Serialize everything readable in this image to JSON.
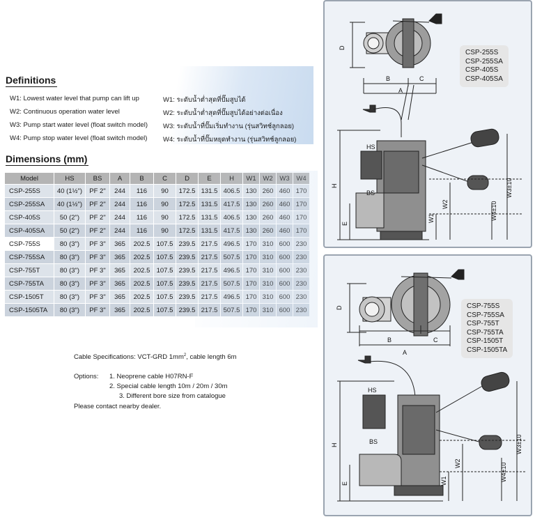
{
  "definitions": {
    "title": "Definitions",
    "items": [
      {
        "en": "W1: Lowest water level that pump can lift up",
        "th": "W1: ระดับน้ำต่ำสุดที่ปั๊มสูบได้"
      },
      {
        "en": "W2: Continuous operation water level",
        "th": "W2: ระดับน้ำต่ำสุดที่ปั๊มสูบได้อย่างต่อเนื่อง"
      },
      {
        "en": "W3: Pump start water level (float switch model)",
        "th": "W3: ระดับน้ำที่ปั๊มเริ่มทำงาน (รุ่นสวิทช์ลูกลอย)"
      },
      {
        "en": "W4: Pump stop water level (float switch model)",
        "th": "W4: ระดับน้ำที่ปั๊มหยุดทำงาน (รุ่นสวิทช์ลูกลอย)"
      }
    ]
  },
  "dimensions": {
    "title": "Dimensions (mm)",
    "headers": [
      "Model",
      "HS",
      "BS",
      "A",
      "B",
      "C",
      "D",
      "E",
      "H",
      "W1",
      "W2",
      "W3",
      "W4"
    ],
    "rows": [
      [
        "CSP-255S",
        "40 (1½\")",
        "PF 2\"",
        "244",
        "116",
        "90",
        "172.5",
        "131.5",
        "406.5",
        "130",
        "260",
        "460",
        "170"
      ],
      [
        "CSP-255SA",
        "40 (1½\")",
        "PF 2\"",
        "244",
        "116",
        "90",
        "172.5",
        "131.5",
        "417.5",
        "130",
        "260",
        "460",
        "170"
      ],
      [
        "CSP-405S",
        "50 (2\")",
        "PF 2\"",
        "244",
        "116",
        "90",
        "172.5",
        "131.5",
        "406.5",
        "130",
        "260",
        "460",
        "170"
      ],
      [
        "CSP-405SA",
        "50 (2\")",
        "PF 2\"",
        "244",
        "116",
        "90",
        "172.5",
        "131.5",
        "417.5",
        "130",
        "260",
        "460",
        "170"
      ],
      [
        "CSP-755S",
        "80 (3\")",
        "PF 3\"",
        "365",
        "202.5",
        "107.5",
        "239.5",
        "217.5",
        "496.5",
        "170",
        "310",
        "600",
        "230"
      ],
      [
        "CSP-755SA",
        "80 (3\")",
        "PF 3\"",
        "365",
        "202.5",
        "107.5",
        "239.5",
        "217.5",
        "507.5",
        "170",
        "310",
        "600",
        "230"
      ],
      [
        "CSP-755T",
        "80 (3\")",
        "PF 3\"",
        "365",
        "202.5",
        "107.5",
        "239.5",
        "217.5",
        "496.5",
        "170",
        "310",
        "600",
        "230"
      ],
      [
        "CSP-755TA",
        "80 (3\")",
        "PF 3\"",
        "365",
        "202.5",
        "107.5",
        "239.5",
        "217.5",
        "507.5",
        "170",
        "310",
        "600",
        "230"
      ],
      [
        "CSP-1505T",
        "80 (3\")",
        "PF 3\"",
        "365",
        "202.5",
        "107.5",
        "239.5",
        "217.5",
        "496.5",
        "170",
        "310",
        "600",
        "230"
      ],
      [
        "CSP-1505TA",
        "80 (3\")",
        "PF 3\"",
        "365",
        "202.5",
        "107.5",
        "239.5",
        "217.5",
        "507.5",
        "170",
        "310",
        "600",
        "230"
      ]
    ]
  },
  "cable": {
    "text": "Cable Specifications: VCT-GRD 1mm",
    "sup": "2",
    "tail": ", cable length 6m"
  },
  "options": {
    "label": "Options:",
    "items": [
      "1. Neoprene cable H07RN-F",
      "2. Special cable length 10m / 20m / 30m",
      "3. Different bore size from catalogue"
    ],
    "contact": "Please contact nearby dealer."
  },
  "diagram_labels": {
    "D": "D",
    "A": "A",
    "B": "B",
    "C": "C",
    "H": "H",
    "HS": "HS",
    "BS": "BS",
    "E": "E",
    "W1": "W1",
    "W2": "W2",
    "W3": "W3±10",
    "W4": "W4±10"
  },
  "panel1_models": [
    "CSP-255S",
    "CSP-255SA",
    "CSP-405S",
    "CSP-405SA"
  ],
  "panel2_models": [
    "CSP-755S",
    "CSP-755SA",
    "CSP-755T",
    "CSP-755TA",
    "CSP-1505T",
    "CSP-1505TA"
  ]
}
